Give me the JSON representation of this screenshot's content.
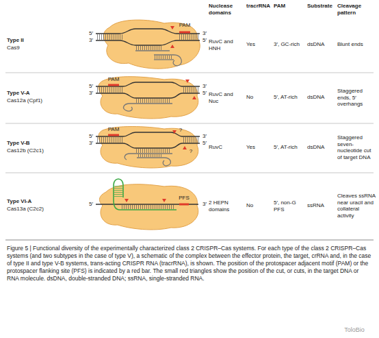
{
  "diagram": {
    "caption": "Figure 5 | Functional diversity of the experimentally characterized class 2 CRISPR–Cas systems. For each type of the class 2 CRISPR–Cas systems (and two subtypes in the case of type V), a schematic of the complex between the effector protein, the target, crRNA and, in the case of type II and type V-B systems, trans-acting CRISPR RNA (tracrRNA), is shown. The position of the protospacer adjacent motif (PAM) or the protospacer flanking site (PFS) is indicated by a red bar. The small red triangles show the position of the cut, or cuts, in the target DNA or RNA molecule. dsDNA, double-stranded DNA; ssRNA, single-stranded RNA.",
    "labels": [
      "Nuclease domains",
      "tracrRNA",
      "PAM",
      "Substrate",
      "Cleavage pattern",
      "Type II",
      "Cas9",
      "PAM",
      "5′",
      "3′",
      "3′",
      "5′",
      "RuvC and HNH",
      "Yes",
      "3′, GC-rich",
      "dsDNA",
      "Blunt ends",
      "Type V-A",
      "Cas12a (Cpf1)",
      "PAM",
      "5′",
      "3′",
      "3′",
      "5′",
      "RuvC and Nuc",
      "No",
      "5′, AT-rich",
      "dsDNA",
      "Staggered ends, 5′ overhangs",
      "Type V-B",
      "Cas12b (C2c1)",
      "PAM",
      "?",
      "?",
      "5′",
      "3′",
      "3′",
      "5′",
      "RuvC",
      "Yes",
      "5′, AT-rich",
      "dsDNA",
      "Staggered seven-nucleotide cut of target DNA",
      "Type VI-A",
      "Cas13a (C2c2)",
      "PFS",
      "5′",
      "3′",
      "2 HEPN domains",
      "No",
      "5′, non-G PFS",
      "ssRNA",
      "Cleaves ssRNA near uracil and collateral activity",
      "ToloBio"
    ]
  }
}
